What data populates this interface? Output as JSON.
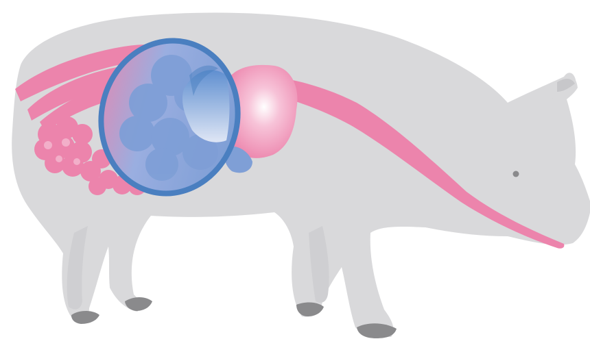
{
  "diagram": {
    "subject": "pig-digestive-tract",
    "highlight": "small-intestine-region",
    "colors": {
      "background": "#ffffff",
      "body": "#d9d9db",
      "hoof": "#8a8a8c",
      "eye": "#8a8a8c",
      "tract": "#ec84ac",
      "tract_light": "#ffffff",
      "intestine_blue": "#7f9fd6",
      "highlight_ring": "#4a7fc0"
    },
    "regions": [
      "esophagus",
      "stomach",
      "small-intestine",
      "cecum",
      "large-intestine",
      "colon-spiral",
      "rectum"
    ]
  }
}
